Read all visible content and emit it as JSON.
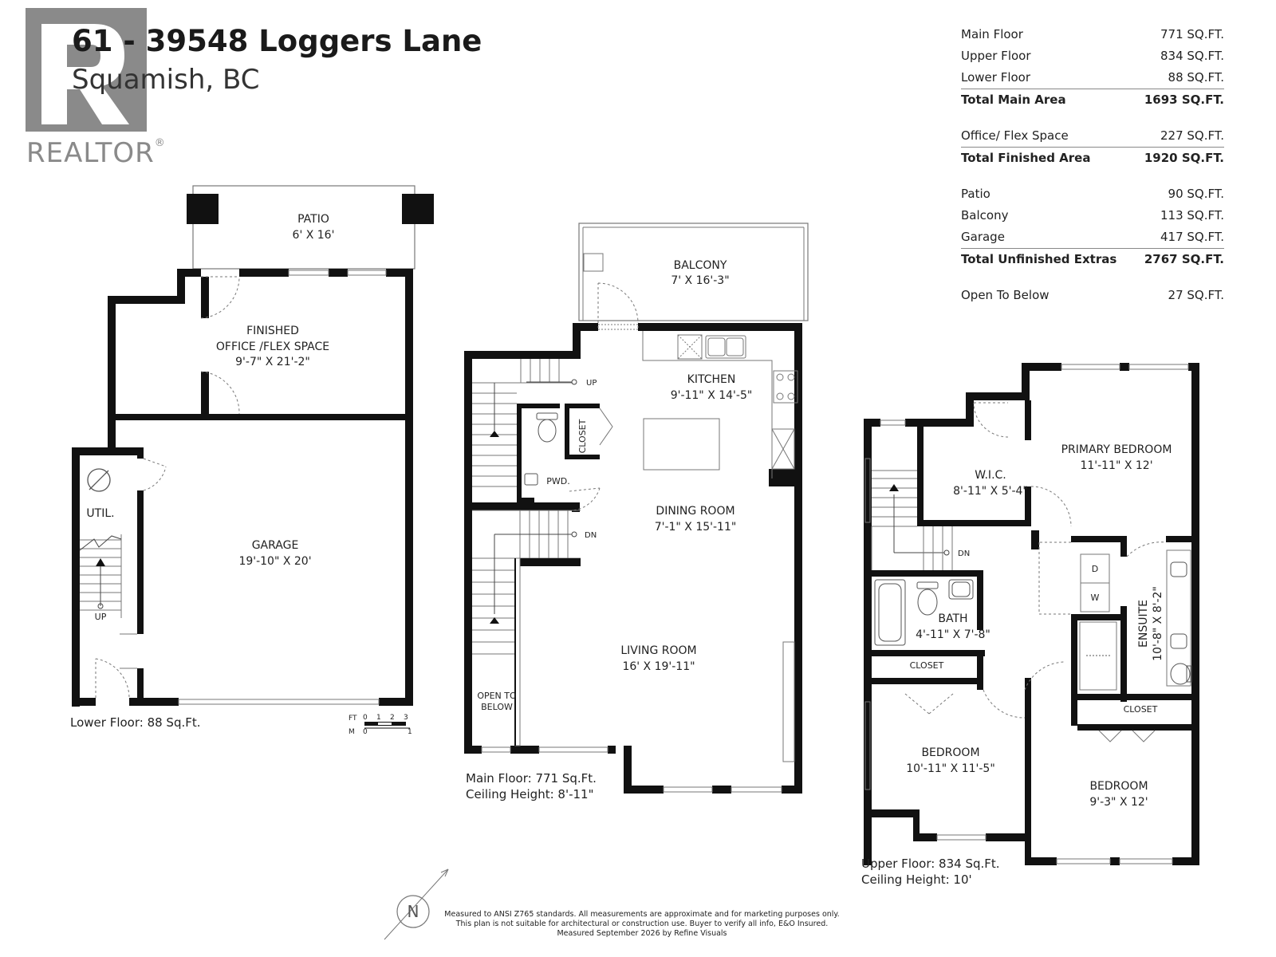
{
  "header": {
    "address": "61 - 39548 Loggers Lane",
    "city": "Squamish, BC",
    "logo_text": "REALTOR",
    "logo_mark": "®"
  },
  "areas": {
    "rows": [
      {
        "label": "Main Floor",
        "value": "771 SQ.FT."
      },
      {
        "label": "Upper Floor",
        "value": "834 SQ.FT."
      },
      {
        "label": "Lower Floor",
        "value": "88 SQ.FT."
      },
      {
        "label": "Total Main Area",
        "value": "1693 SQ.FT."
      },
      {
        "label": "Office/ Flex Space",
        "value": "227 SQ.FT."
      },
      {
        "label": "Total Finished Area",
        "value": "1920 SQ.FT."
      },
      {
        "label": "Patio",
        "value": "90 SQ.FT."
      },
      {
        "label": "Balcony",
        "value": "113 SQ.FT."
      },
      {
        "label": "Garage",
        "value": "417 SQ.FT."
      },
      {
        "label": "Total Unfinished Extras",
        "value": "2767 SQ.FT."
      },
      {
        "label": "Open To Below",
        "value": "27 SQ.FT."
      }
    ]
  },
  "lower_floor": {
    "patio_name": "PATIO",
    "patio_dim": "6' X 16'",
    "office_line1": "FINISHED",
    "office_line2": "OFFICE /FLEX SPACE",
    "office_dim": "9'-7\" X 21'-2\"",
    "garage_name": "GARAGE",
    "garage_dim": "19'-10\" X 20'",
    "util_name": "UTIL.",
    "up_label": "UP",
    "note": "Lower Floor: 88 Sq.Ft."
  },
  "scale": {
    "ft_label": "FT",
    "ft_ticks": [
      "0",
      "1",
      "2",
      "3"
    ],
    "m_label": "M",
    "m_ticks": [
      "0",
      "1"
    ]
  },
  "main_floor": {
    "balcony_name": "BALCONY",
    "balcony_dim": "7' X 16'-3\"",
    "kitchen_name": "KITCHEN",
    "kitchen_dim": "9'-11\" X 14'-5\"",
    "dining_name": "DINING ROOM",
    "dining_dim": "7'-1\" X 15'-11\"",
    "living_name": "LIVING ROOM",
    "living_dim": "16' X 19'-11\"",
    "closet": "CLOSET",
    "pwd": "PWD.",
    "up_label": "UP",
    "dn_label": "DN",
    "open_line1": "OPEN TO",
    "open_line2": "BELOW",
    "note_line1": "Main Floor: 771 Sq.Ft.",
    "note_line2": "Ceiling Height: 8'-11\""
  },
  "upper_floor": {
    "wic_name": "W.I.C.",
    "wic_dim": "8'-11\" X 5'-4\"",
    "primary_name": "PRIMARY BEDROOM",
    "primary_dim": "11'-11\" X 12'",
    "bath_name": "BATH",
    "bath_dim": "4'-11\" X 7'-8\"",
    "ensuite_name": "ENSUITE",
    "ensuite_dim": "10'-8\" X 8'-2\"",
    "closet_a": "CLOSET",
    "closet_b": "CLOSET",
    "bed1_name": "BEDROOM",
    "bed1_dim": "10'-11\" X 11'-5\"",
    "bed2_name": "BEDROOM",
    "bed2_dim": "9'-3\" X 12'",
    "dryer": "D",
    "washer": "W",
    "dn_label": "DN",
    "note_line1": "Upper Floor: 834 Sq.Ft.",
    "note_line2": "Ceiling Height: 10'"
  },
  "compass": {
    "letter": "N"
  },
  "disclaimer": {
    "line1": "Measured to ANSI Z765 standards. All measurements are approximate and for marketing purposes only.",
    "line2": "This plan is not suitable for architectural or construction use. Buyer to verify all info, E&O Insured.",
    "line3": "Measured September 2026 by Refine Visuals"
  },
  "colors": {
    "wall": "#111111",
    "logo": "#8a8a8a",
    "thin_line": "#777777"
  }
}
